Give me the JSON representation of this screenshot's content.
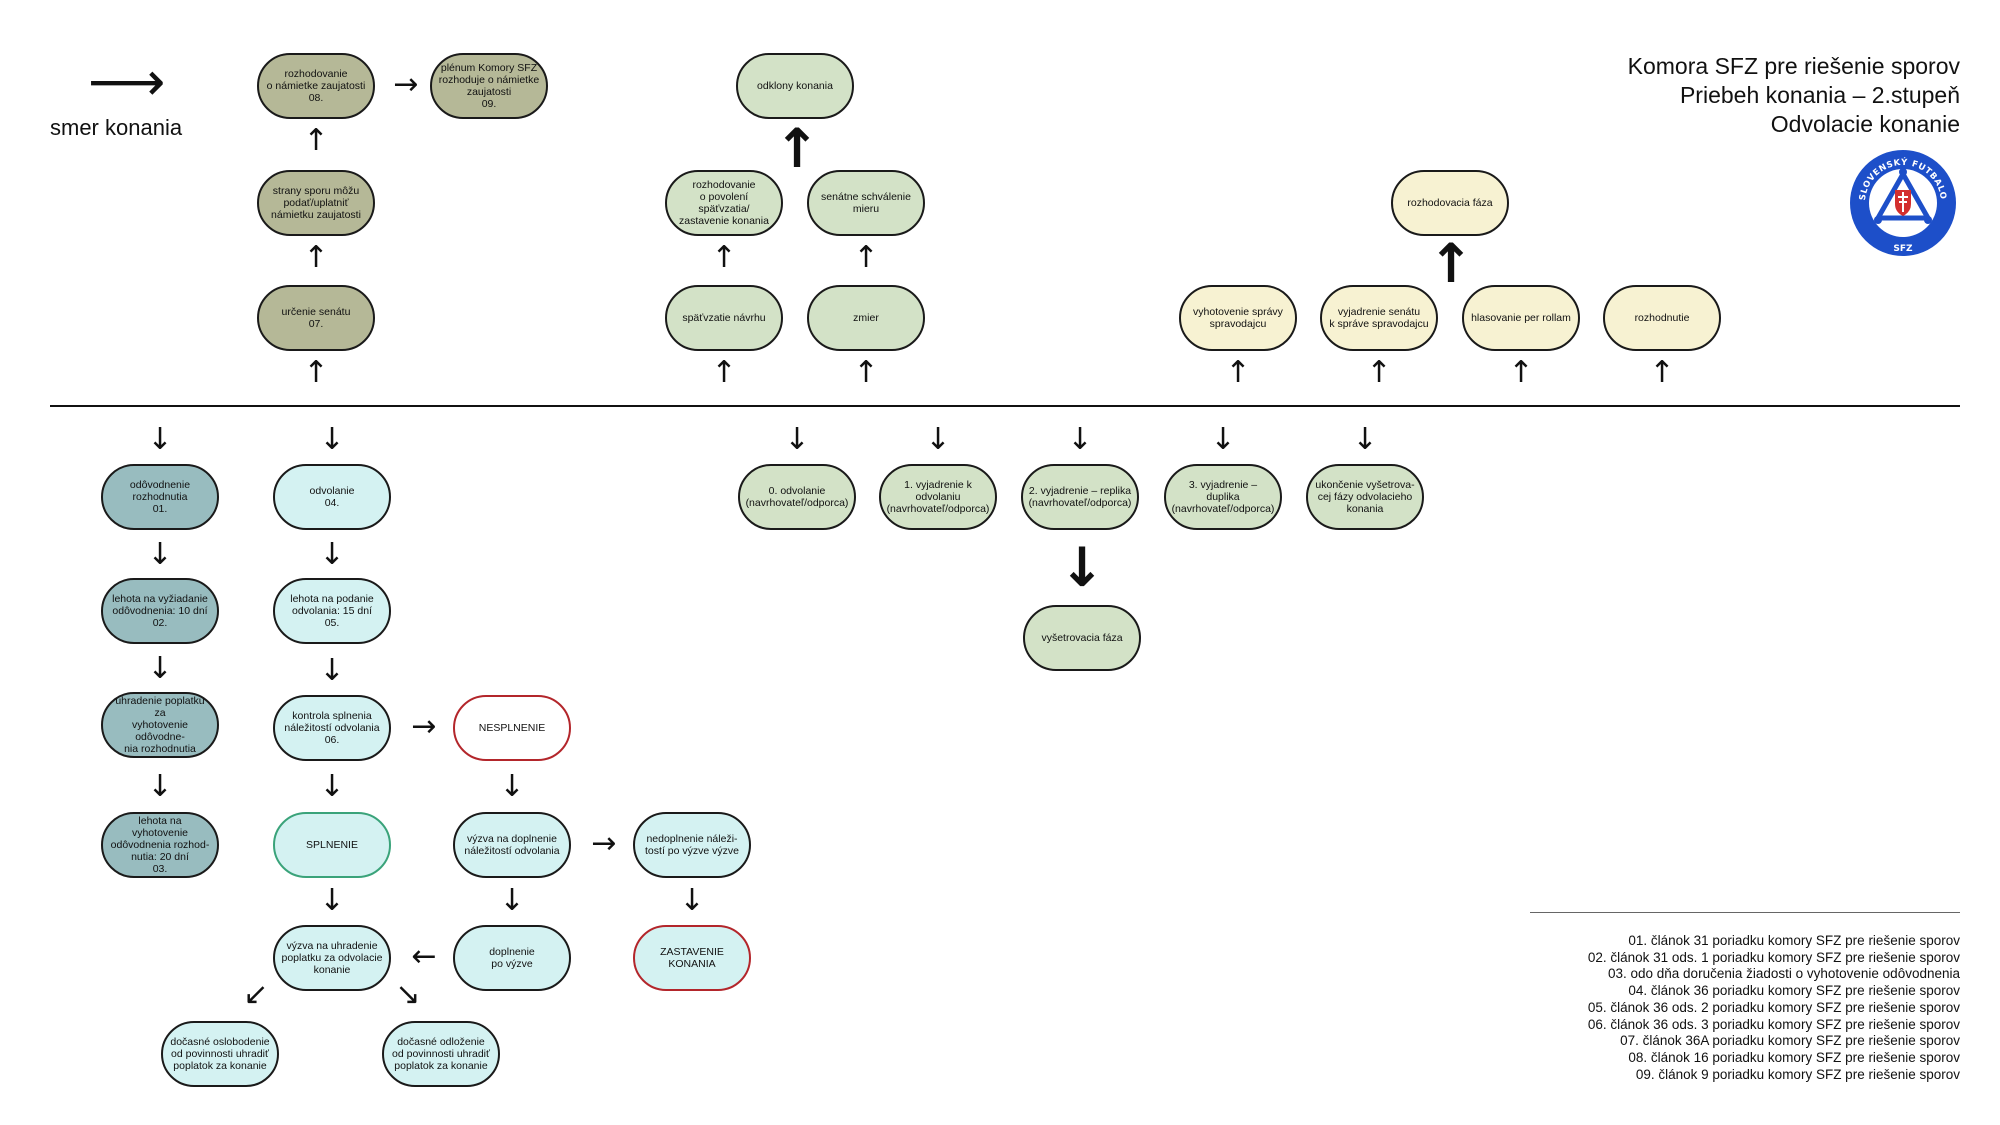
{
  "title": {
    "line1": "Komora SFZ pre riešenie sporov",
    "line2": "Priebeh konania – 2.stupeň",
    "line3": "Odvolacie konanie"
  },
  "legend": {
    "label": "smer konania",
    "arrow_glyph": "⟶"
  },
  "logo": {
    "text_top": "SLOVENSKÝ FUTBALOVÝ ZVÄZ",
    "text_bottom": "SFZ"
  },
  "colors": {
    "olive": "#b5b897",
    "sage": "#d3e2c7",
    "cream": "#f7f2d2",
    "teal": "#98bcbf",
    "aqua": "#d4f2f2",
    "red_border": "#b3262b",
    "green_border": "#3aa37a",
    "logo_blue": "#1d4fc9",
    "logo_red": "#d32f2f"
  },
  "nodes": {
    "rozhodovanie_namietke": "rozhodovanie\no námietke zaujatosti\n08.",
    "plenum": "plénum Komory SFZ\nrozhoduje o námietke\nzaujatosti\n09.",
    "strany_sporu": "strany sporu môžu\npodať/uplatniť\nnámietku zaujatosti",
    "urcenie_senatu": "určenie senátu\n07.",
    "odklony": "odklony konania",
    "povoleni_spatvzatia": "rozhodovanie\no povolení späťvzatia/\nzastavenie konania",
    "senatne_schvalenie": "senátne schválenie\nmieru",
    "spatvzatie": "späťvzatie návrhu",
    "zmier": "zmier",
    "rozhodovacia_faza": "rozhodovacia fáza",
    "vyhotovenie_spravy": "vyhotovenie správy\nspravodajcu",
    "vyjadrenie_senatu": "vyjadrenie senátu\nk správe spravodajcu",
    "hlasovanie": "hlasovanie per rollam",
    "rozhodnutie": "rozhodnutie",
    "odovodnenie": "odôvodnenie\nrozhodnutia\n01.",
    "lehota_vyziadanie": "lehota na vyžiadanie\nodôvodnenia: 10 dní\n02.",
    "uhradenie": "uhradenie poplatku za\nvyhotovenie odôvodne-\nnia rozhodnutia",
    "lehota_vyhotovenie": "lehota na vyhotovenie\nodôvodnenia rozhod-\nnutia: 20 dní\n03.",
    "odvolanie": "odvolanie\n04.",
    "lehota_podanie": "lehota na podanie\nodvolania: 15 dní\n05.",
    "kontrola": "kontrola splnenia\nnáležitostí odvolania\n06.",
    "nesplnenie": "NESPLNENIE",
    "splnenie": "SPLNENIE",
    "vyzva_doplnenie": "výzva na doplnenie\nnáležitostí odvolania",
    "nedoplnenie": "nedoplnenie náleži-\ntostí po výzve výzve",
    "vyzva_uhradenie": "výzva na uhradenie\npoplatku za odvolacie\nkonanie",
    "doplnenie": "doplnenie\npo výzve",
    "zastavenie": "ZASTAVENIE\nKONANIA",
    "oslobodenie": "dočasné oslobodenie\nod povinnosti uhradiť\npoplatok za konanie",
    "odlozenie": "dočasné odloženie\nod povinnosti uhradiť\npoplatok za konanie",
    "v0": "0. odvolanie\n(navrhovateľ/odporca)",
    "v1": "1. vyjadrenie k odvolaniu\n(navrhovateľ/odporca)",
    "v2": "2. vyjadrenie – replika\n(navrhovateľ/odporca)",
    "v3": "3. vyjadrenie – duplika\n(navrhovateľ/odporca)",
    "ukoncenie": "ukončenie vyšetrova-\ncej fázy odvolacieho\nkonania",
    "vysetrovacia": "vyšetrovacia fáza"
  },
  "notes": [
    "01. článok 31 poriadku komory SFZ pre riešenie sporov",
    "02. článok 31 ods. 1 poriadku komory SFZ pre riešenie sporov",
    "03. odo dňa doručenia žiadosti o vyhotovenie odôvodnenia",
    "04. článok 36 poriadku komory SFZ pre riešenie sporov",
    "05. článok 36 ods. 2 poriadku komory SFZ pre riešenie sporov",
    "06. článok 36 ods. 3 poriadku komory SFZ pre riešenie sporov",
    "07. článok 36A poriadku komory SFZ pre riešenie sporov",
    "08. článok 16 poriadku komory SFZ pre riešenie sporov",
    "09. článok 9 poriadku komory SFZ pre riešenie sporov"
  ]
}
